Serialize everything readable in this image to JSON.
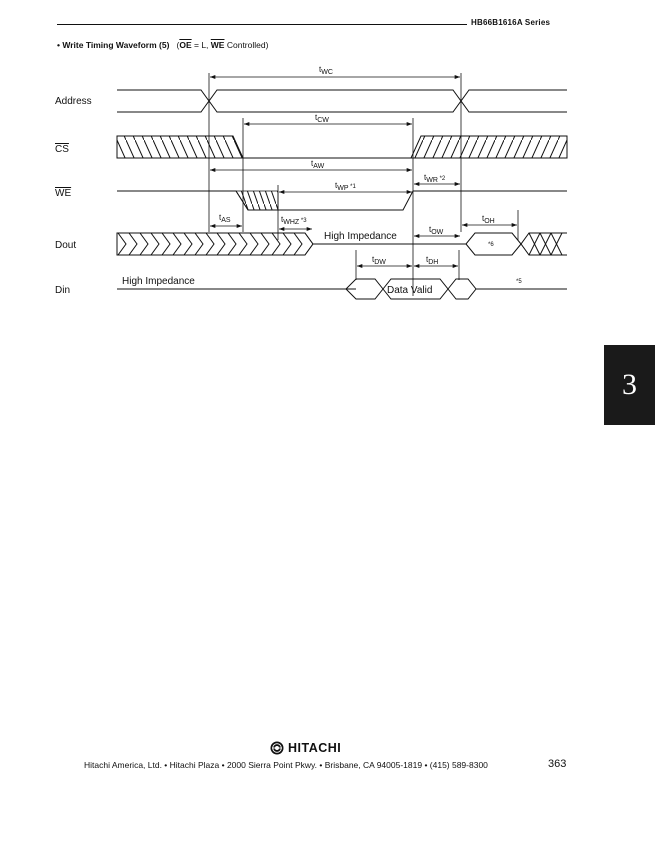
{
  "header": {
    "series": "HB66B1616A Series"
  },
  "section": {
    "bullet": "•",
    "title": "Write Timing Waveform (5)",
    "cond_open": "(",
    "oe": "OE",
    "cond_mid": " = L, ",
    "we": "WE",
    "cond_close": " Controlled)"
  },
  "signals": {
    "address": "Address",
    "cs": "CS",
    "we": "WE",
    "dout": "Dout",
    "din": "Din"
  },
  "timing": {
    "twc": {
      "base": "t",
      "sub": "WC",
      "note": ""
    },
    "tcw": {
      "base": "t",
      "sub": "CW",
      "note": ""
    },
    "taw": {
      "base": "t",
      "sub": "AW",
      "note": ""
    },
    "twr": {
      "base": "t",
      "sub": "WR",
      "note": " *2"
    },
    "twp": {
      "base": "t",
      "sub": "WP",
      "note": " *1"
    },
    "tas": {
      "base": "t",
      "sub": "AS",
      "note": ""
    },
    "twhz": {
      "base": "t",
      "sub": "WHZ",
      "note": " *3"
    },
    "tow": {
      "base": "t",
      "sub": "OW",
      "note": ""
    },
    "toh": {
      "base": "t",
      "sub": "OH",
      "note": ""
    },
    "tdw": {
      "base": "t",
      "sub": "DW",
      "note": ""
    },
    "tdh": {
      "base": "t",
      "sub": "DH",
      "note": ""
    }
  },
  "labels": {
    "high_impedance": "High Impedance",
    "high_impedance_din": "High Impedance",
    "data_valid": "Data Valid",
    "note6": "*6",
    "note5": "*5"
  },
  "section_tab": "3",
  "logo": {
    "text": "HITACHI",
    "icon": "hitachi-logo-icon"
  },
  "footer": {
    "address": "Hitachi America, Ltd. • Hitachi Plaza • 2000 Sierra Point Pkwy. • Brisbane, CA 94005-1819 • (415) 589-8300",
    "page": "363"
  }
}
